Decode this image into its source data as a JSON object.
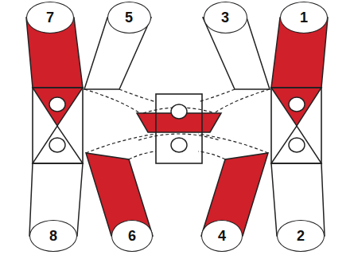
{
  "diagram": {
    "nodes": [
      {
        "text": [
          "7"
        ]
      },
      {
        "text": [
          "5"
        ]
      },
      {
        "text": [
          "3"
        ]
      },
      {
        "text": [
          "1"
        ]
      },
      {
        "text": [
          "8"
        ]
      },
      {
        "text": [
          "6"
        ]
      },
      {
        "text": [
          "4"
        ]
      },
      {
        "text": [
          "2"
        ]
      }
    ]
  }
}
